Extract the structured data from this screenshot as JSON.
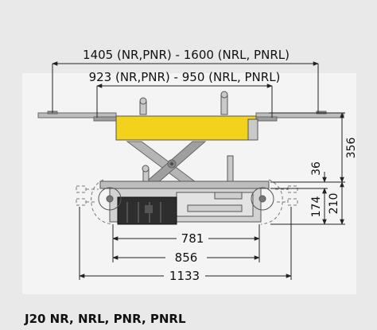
{
  "dimensions": {
    "overall_span": "1405 (NR,PNR) - 1600 (NRL, PNRL)",
    "inner_span": "923 (NR,PNR) - 950 (NRL, PNRL)",
    "height_max": "356",
    "height_step": "36",
    "height_mid": "174",
    "height_base": "210",
    "width_781": "781",
    "width_856": "856",
    "width_1133": "1133"
  },
  "caption": "J20 NR, NRL, PNR, PNRL",
  "colors": {
    "background": "#e9e9e9",
    "panel": "#f4f4f4",
    "yellow_beam": "#f2d21b",
    "steel": "#a9a9a9",
    "dark_box": "#2e2e2e",
    "lines": "#222222"
  }
}
